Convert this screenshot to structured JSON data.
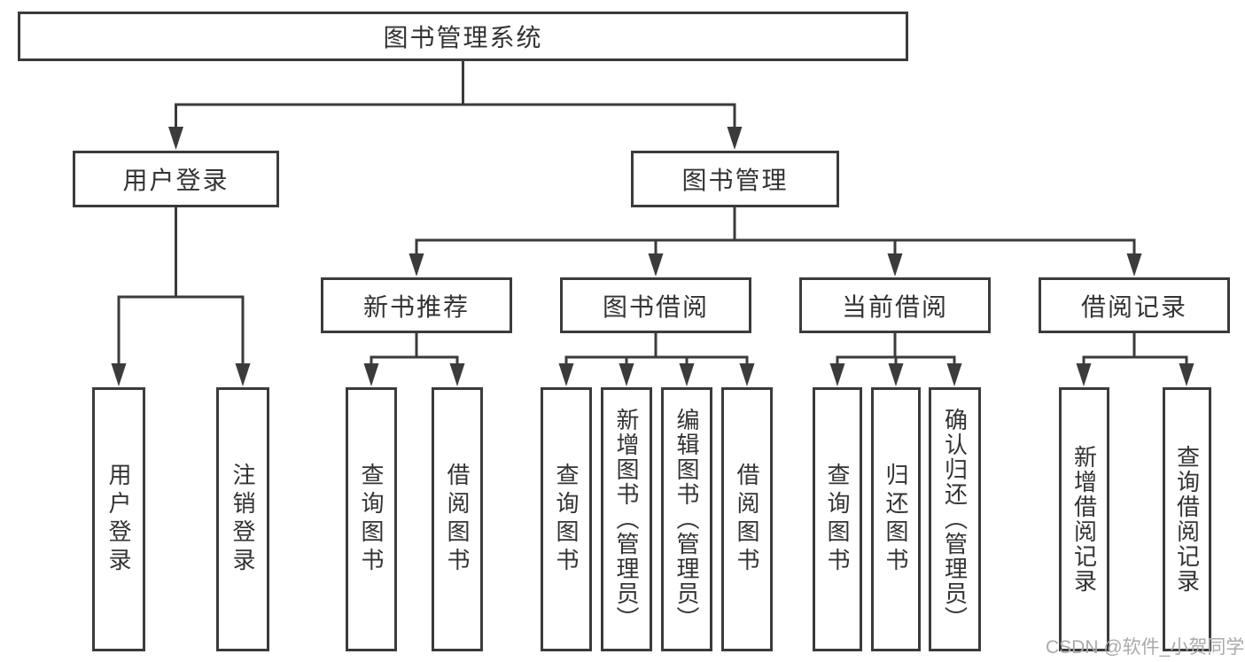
{
  "tree": {
    "label": "图书管理系统",
    "children": [
      {
        "label": "用户登录",
        "children": [
          {
            "label": "用户登录"
          },
          {
            "label": "注销登录"
          }
        ]
      },
      {
        "label": "图书管理",
        "children": [
          {
            "label": "新书推荐",
            "children": [
              {
                "label": "查询图书"
              },
              {
                "label": "借阅图书"
              }
            ]
          },
          {
            "label": "图书借阅",
            "children": [
              {
                "label": "查询图书"
              },
              {
                "label": "新增图书（管理员）"
              },
              {
                "label": "编辑图书（管理员）"
              },
              {
                "label": "借阅图书"
              }
            ]
          },
          {
            "label": "当前借阅",
            "children": [
              {
                "label": "查询图书"
              },
              {
                "label": "归还图书"
              },
              {
                "label": "确认归还（管理员）"
              }
            ]
          },
          {
            "label": "借阅记录",
            "children": [
              {
                "label": "新增借阅记录"
              },
              {
                "label": "查询借阅记录"
              }
            ]
          }
        ]
      }
    ]
  },
  "watermark": {
    "text": "CSDN @软件_小贺同学"
  },
  "colors": {
    "line": "#3b3b3b",
    "text": "#333333",
    "watermark": "#aaaaaa",
    "bg": "#ffffff"
  }
}
